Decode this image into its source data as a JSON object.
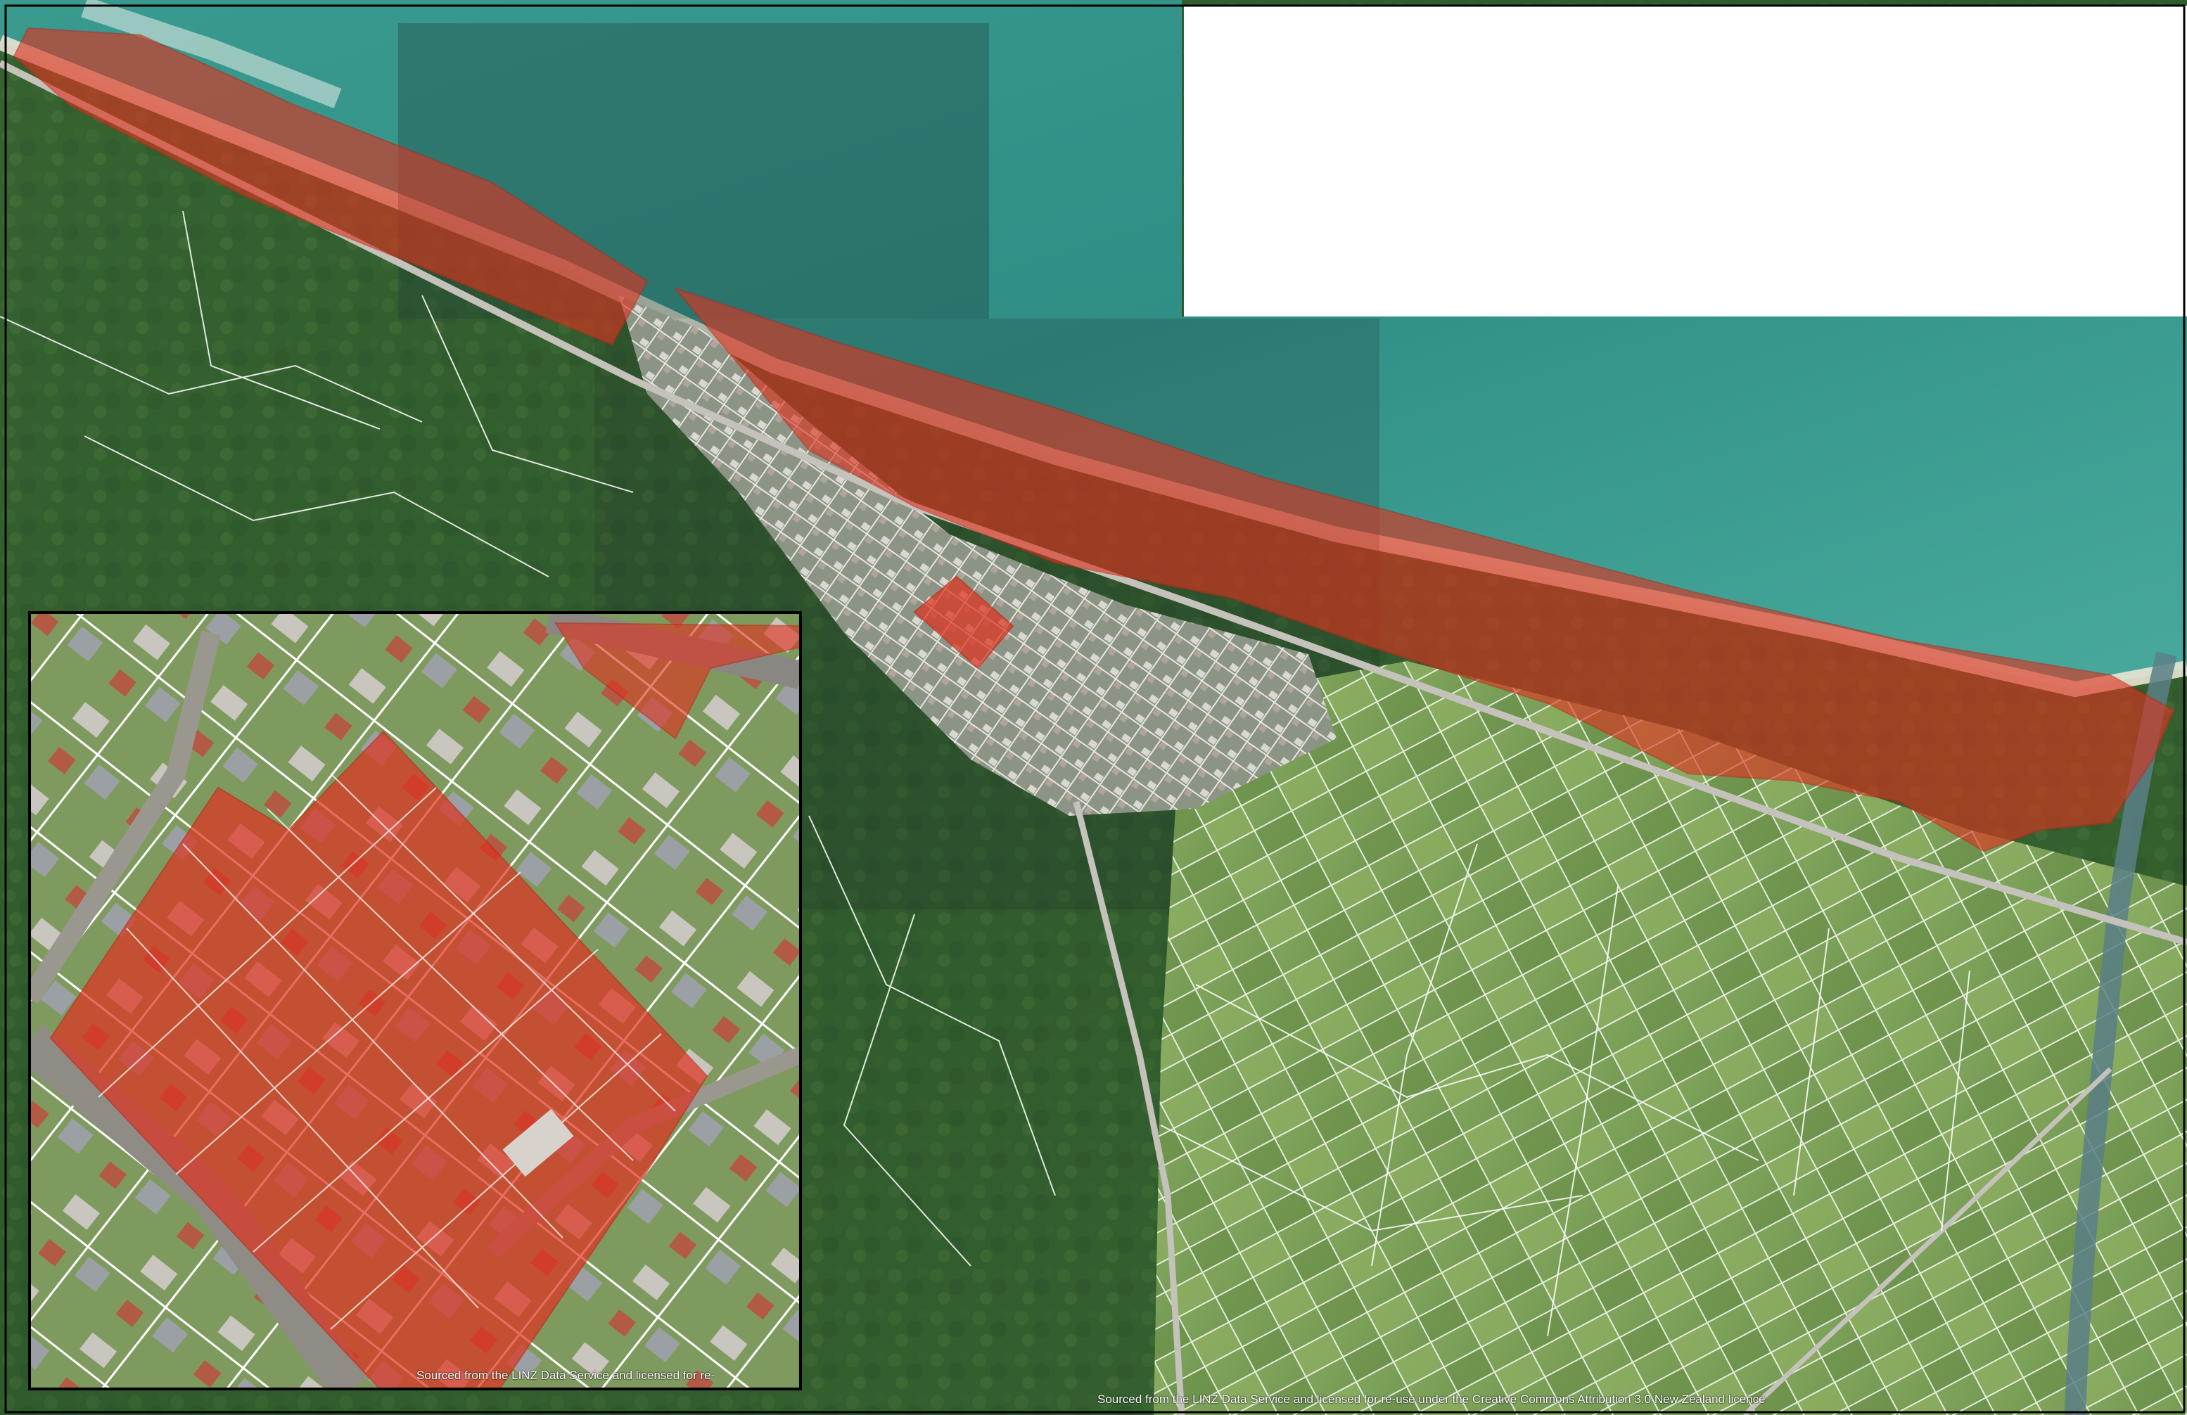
{
  "map": {
    "attribution_main": "Sourced from the LINZ Data Service and licensed for re-use under the Creative Commons Attribution 3.0 New Zealand licence",
    "attribution_inset": "Sourced from the LINZ Data Service and licensed for re-"
  },
  "colors": {
    "sea": "#2f8f86",
    "sea_light": "#4fb0a5",
    "beach": "#d9d2c0",
    "forest": "#2f5a2c",
    "farmland": "#7fa35a",
    "town": "#9a9a92",
    "highlight_fill": "#e0321f",
    "parcel_lines": "#ffffff",
    "road": "#b9b7b0"
  },
  "icons": {
    "highlight_zone": "red-overlay-polygon",
    "inset_frame": "inset-map-frame"
  }
}
